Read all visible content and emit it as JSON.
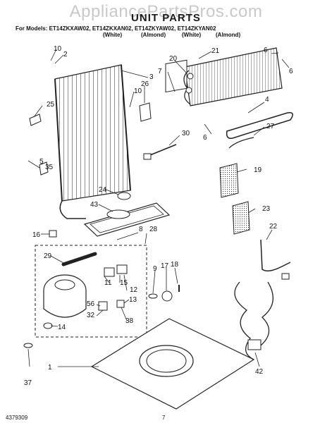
{
  "watermark": "AppliancePartsPros.com",
  "title": "UNIT PARTS",
  "models": {
    "prefix": "For Models:",
    "list": "ET14ZKXAW02, ET14ZKXAN02, ET14ZKYAW02, ET14ZKYAN02",
    "colors": [
      "(White)",
      "(Almond)",
      "(White)",
      "(Almond)"
    ]
  },
  "footer": {
    "doc_number": "4379309",
    "page_number": "7"
  },
  "callouts": [
    "10",
    "2",
    "3",
    "25",
    "26",
    "10",
    "6",
    "20",
    "21",
    "7",
    "6",
    "4",
    "27",
    "6",
    "30",
    "19",
    "5",
    "35",
    "24",
    "43",
    "23",
    "22",
    "16",
    "8",
    "28",
    "29",
    "9",
    "17",
    "18",
    "11",
    "15",
    "12",
    "13",
    "56",
    "32",
    "38",
    "14",
    "1",
    "37",
    "42"
  ]
}
